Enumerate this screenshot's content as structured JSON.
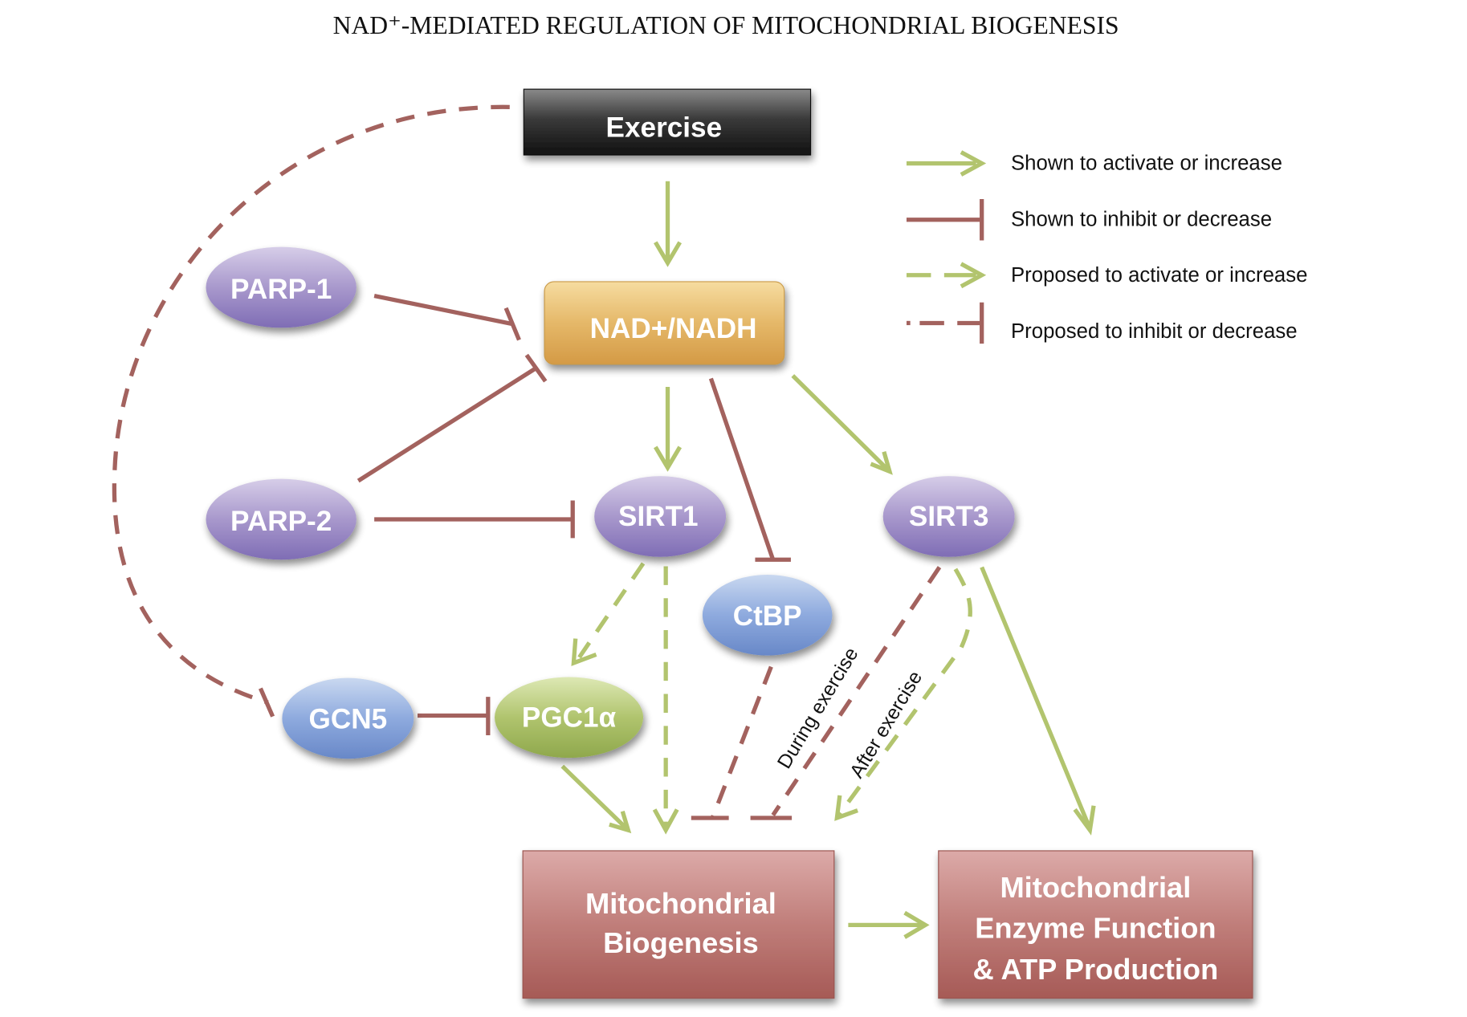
{
  "title": "NAD⁺-MEDIATED REGULATION OF MITOCHONDRIAL BIOGENESIS",
  "colors": {
    "activate": "#b2c46e",
    "inhibit": "#a3625e",
    "exercise_box": "#2b2b2b",
    "nad_box": "#e0b15a",
    "purple_node": "#9e8fc4",
    "blue_node": "#7f9fd4",
    "green_node": "#a9bd63",
    "outcome_box": "#b9706c"
  },
  "nodes": {
    "exercise": "Exercise",
    "nad": "NAD+/NADH",
    "parp1": "PARP-1",
    "parp2": "PARP-2",
    "sirt1": "SIRT1",
    "sirt3": "SIRT3",
    "ctbp": "CtBP",
    "gcn5": "GCN5",
    "pgc1a": "PGC1α",
    "biogenesis_line1": "Mitochondrial",
    "biogenesis_line2": "Biogenesis",
    "enzyme_line1": "Mitochondrial",
    "enzyme_line2": "Enzyme Function",
    "enzyme_line3": "& ATP Production"
  },
  "edge_labels": {
    "during": "During exercise",
    "after": "After exercise"
  },
  "legend": [
    {
      "type": "shown-activate",
      "label": "Shown to activate or increase"
    },
    {
      "type": "shown-inhibit",
      "label": "Shown to inhibit or decrease"
    },
    {
      "type": "proposed-activate",
      "label": "Proposed to activate or increase"
    },
    {
      "type": "proposed-inhibit",
      "label": "Proposed to inhibit or decrease"
    }
  ],
  "edges": [
    {
      "from": "Exercise",
      "to": "NAD+/NADH",
      "kind": "shown-activate"
    },
    {
      "from": "Exercise",
      "to": "GCN5",
      "kind": "proposed-inhibit"
    },
    {
      "from": "PARP-1",
      "to": "NAD+/NADH",
      "kind": "shown-inhibit"
    },
    {
      "from": "PARP-2",
      "to": "NAD+/NADH",
      "kind": "shown-inhibit"
    },
    {
      "from": "PARP-2",
      "to": "SIRT1",
      "kind": "shown-inhibit"
    },
    {
      "from": "NAD+/NADH",
      "to": "SIRT1",
      "kind": "shown-activate"
    },
    {
      "from": "NAD+/NADH",
      "to": "CtBP",
      "kind": "shown-inhibit"
    },
    {
      "from": "NAD+/NADH",
      "to": "SIRT3",
      "kind": "shown-activate"
    },
    {
      "from": "SIRT1",
      "to": "PGC1α",
      "kind": "proposed-activate"
    },
    {
      "from": "SIRT1",
      "to": "Mitochondrial Biogenesis",
      "kind": "proposed-activate"
    },
    {
      "from": "GCN5",
      "to": "PGC1α",
      "kind": "shown-inhibit"
    },
    {
      "from": "PGC1α",
      "to": "Mitochondrial Biogenesis",
      "kind": "shown-activate"
    },
    {
      "from": "CtBP",
      "to": "Mitochondrial Biogenesis",
      "kind": "proposed-inhibit"
    },
    {
      "from": "SIRT3",
      "to": "Mitochondrial Biogenesis",
      "kind": "proposed-inhibit",
      "label": "During exercise"
    },
    {
      "from": "SIRT3",
      "to": "Mitochondrial Biogenesis",
      "kind": "proposed-activate",
      "label": "After exercise"
    },
    {
      "from": "SIRT3",
      "to": "Mitochondrial Enzyme Function & ATP Production",
      "kind": "shown-activate"
    },
    {
      "from": "Mitochondrial Biogenesis",
      "to": "Mitochondrial Enzyme Function & ATP Production",
      "kind": "shown-activate"
    }
  ]
}
